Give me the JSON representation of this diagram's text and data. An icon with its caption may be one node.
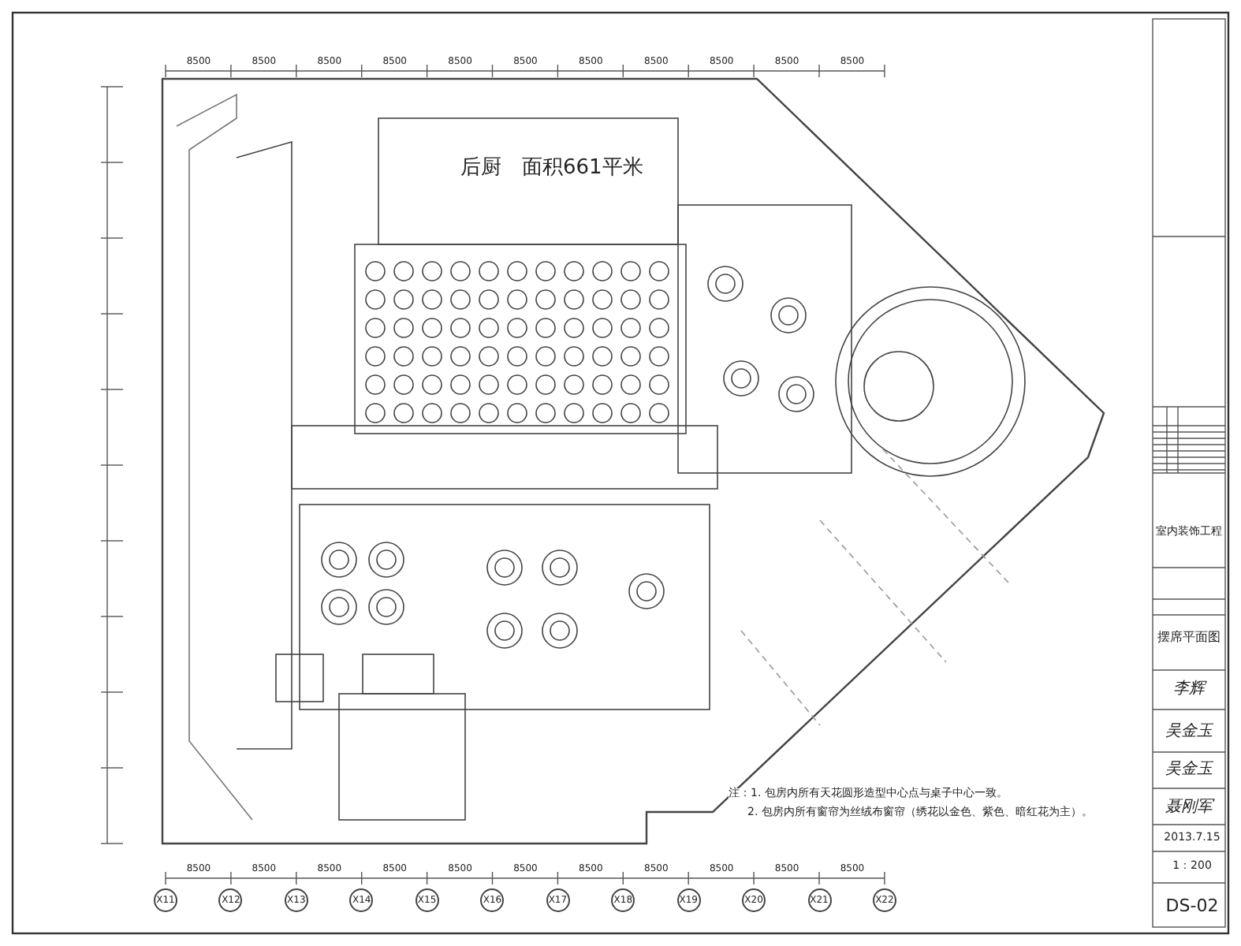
{
  "diagram": {
    "labels": [
      "8500",
      "8500",
      "8500",
      "8500",
      "8500",
      "8500",
      "8500",
      "8500",
      "8500",
      "8500",
      "8500",
      "后厨　面积661平米",
      "注：1. 包房内所有天花圆形造型中心点与桌子中心一致。",
      "2. 包房内所有窗帘为丝绒布窗帘（绣花以金色、紫色、暗红花为主）。",
      "8500",
      "8500",
      "8500",
      "8500",
      "8500",
      "8500",
      "8500",
      "8500",
      "8500",
      "8500",
      "8500",
      "X11",
      "X12",
      "X13",
      "X14",
      "X15",
      "X16",
      "X17",
      "X18",
      "X19",
      "X20",
      "X21",
      "X22",
      "室内装饰工程",
      "摆席平面图",
      "李辉",
      "吴金玉",
      "吴金玉",
      "聂刚军",
      "2013.7.15",
      "1：200",
      "DS-02"
    ]
  }
}
